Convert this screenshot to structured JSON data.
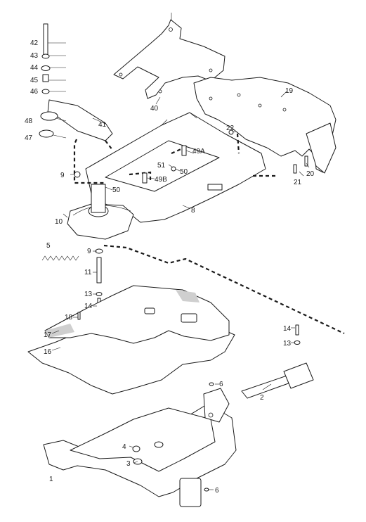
{
  "callouts": {
    "c1": "1",
    "c2": "2",
    "c3": "3",
    "c4": "4",
    "c5": "5",
    "c6a": "6",
    "c6b": "6",
    "c8": "8",
    "c9a": "9",
    "c9b": "9",
    "c10": "10",
    "c11": "11",
    "c13a": "13",
    "c13b": "13",
    "c14a": "14",
    "c14b": "14",
    "c16": "16",
    "c17": "17",
    "c18": "18",
    "c19": "19",
    "c20": "20",
    "c21": "21",
    "c22": "22",
    "c40": "40",
    "c41": "41",
    "c42": "42",
    "c43": "43",
    "c44": "44",
    "c45": "45",
    "c46": "46",
    "c47": "47",
    "c48": "48",
    "c49a": "49A",
    "c49b": "49B",
    "c50a": "50",
    "c50b": "50",
    "c51": "51"
  }
}
